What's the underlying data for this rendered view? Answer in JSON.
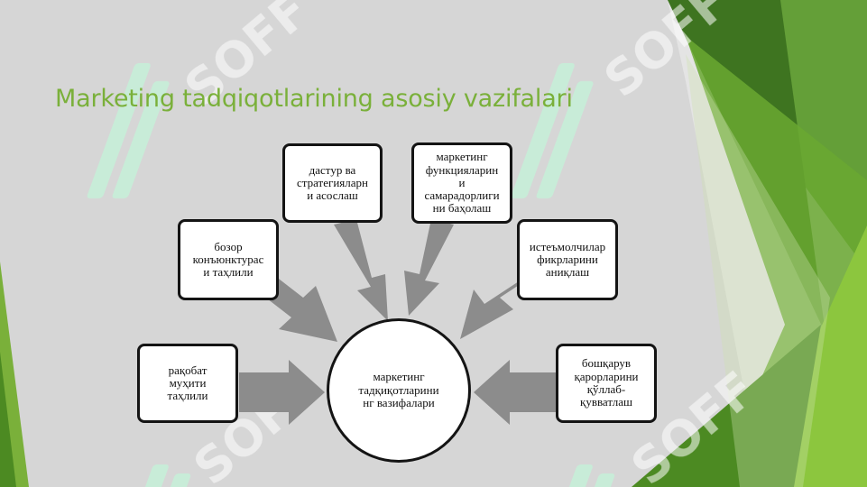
{
  "slide": {
    "title": "Marketing tadqiqotlarining asosiy vazifalari"
  },
  "diagram": {
    "center": "маркетинг\nтадқиқотларини\nнг вазифалари",
    "nodes": [
      {
        "id": "competition",
        "text": "рақобат\nмуҳити\nтаҳлили"
      },
      {
        "id": "market",
        "text": "бозор\nконъюнктурас\nи таҳлили"
      },
      {
        "id": "program",
        "text": "дастур ва\nстратегияларн\nи асослаш"
      },
      {
        "id": "functions",
        "text": "маркетинг\nфункцияларин\nи\nсамарадорлиги\nни баҳолаш"
      },
      {
        "id": "consumers",
        "text": "истеъмолчилар\nфикрларини\nаниқлаш"
      },
      {
        "id": "management",
        "text": "бошқарув\nқарорларини\nқўллаб-\nқувватлаш"
      }
    ]
  },
  "colors": {
    "accent": "#7ab03a",
    "dark_green": "#3f7a1e",
    "arrow": "#8c8c8c",
    "background": "#d6d6d6"
  },
  "watermark": "SOFF"
}
